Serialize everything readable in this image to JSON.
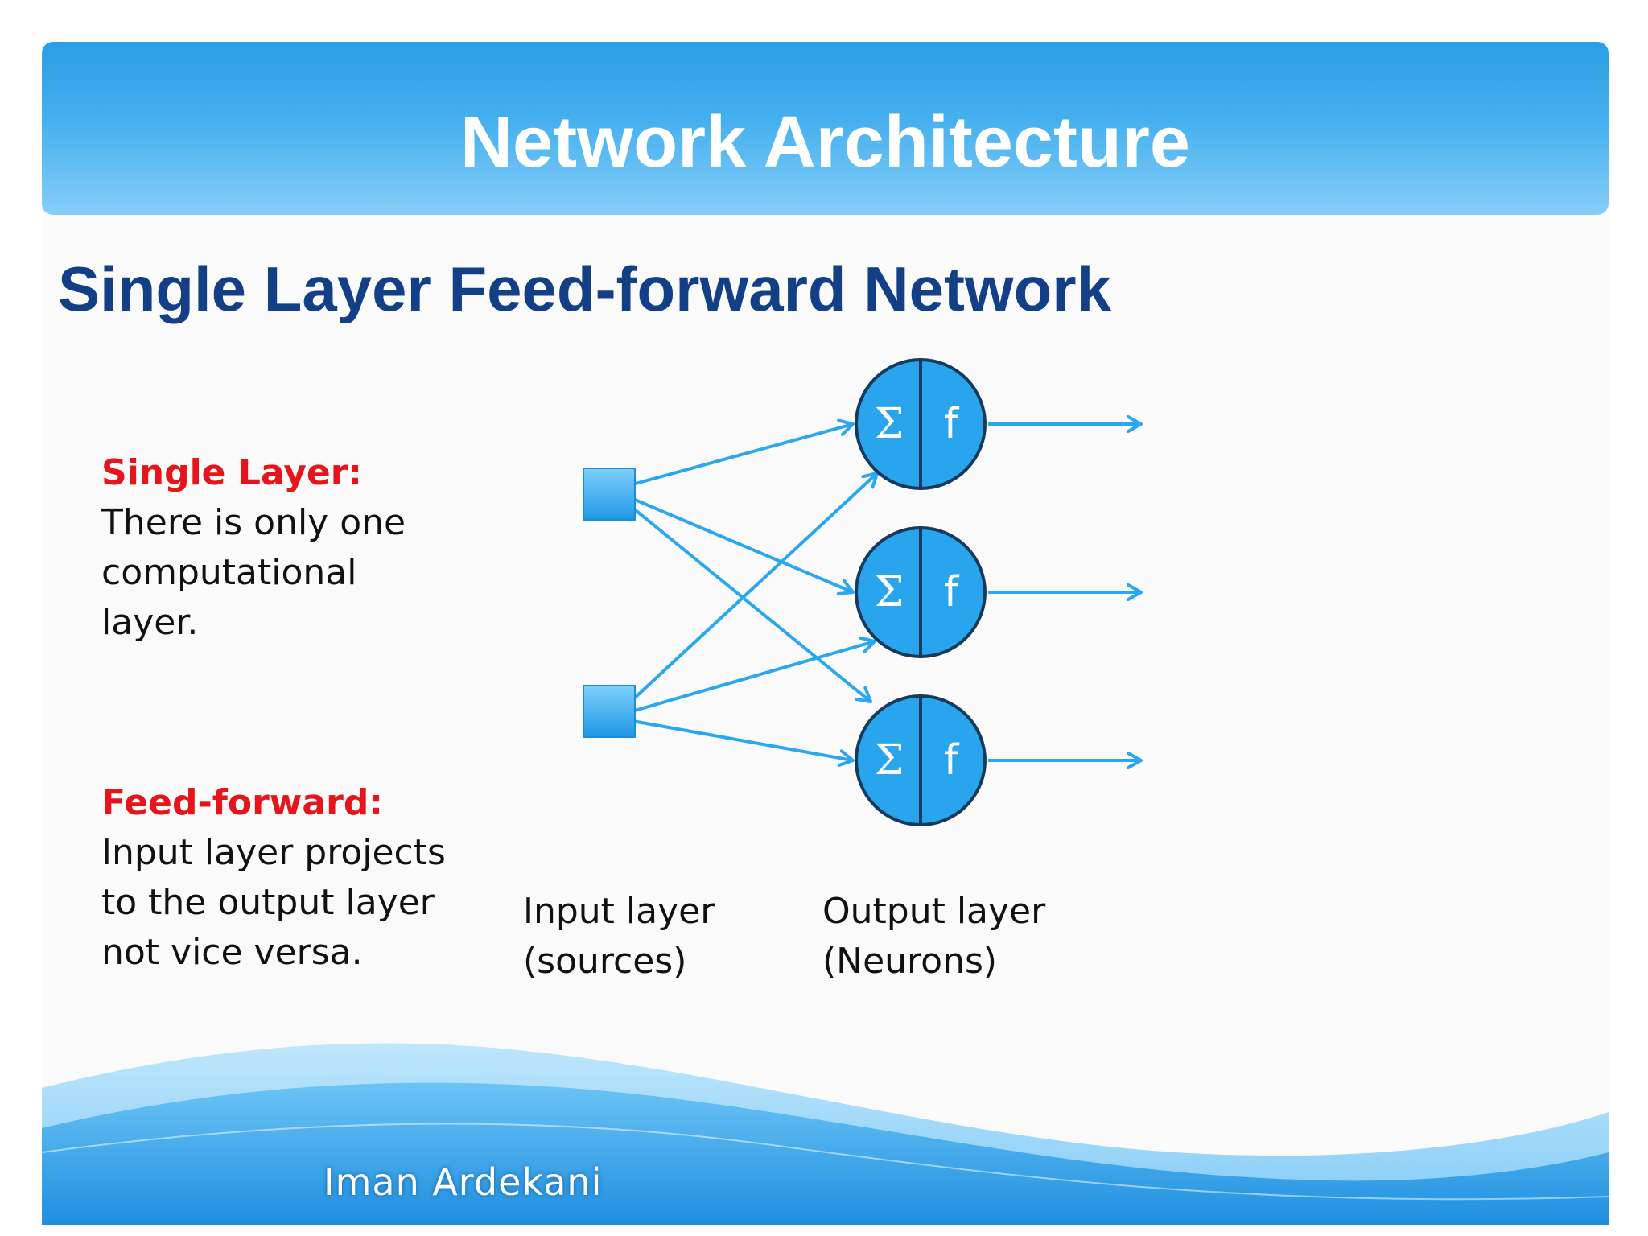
{
  "header": {
    "title": "Network Architecture"
  },
  "subtitle": "Single Layer Feed-forward Network",
  "left_text": {
    "single_layer": {
      "heading": "Single Layer:",
      "lines": [
        "There is only one",
        "computational",
        "layer."
      ]
    },
    "feed_forward": {
      "heading": "Feed-forward:",
      "lines": [
        "Input layer projects",
        "to the output layer",
        "not vice versa."
      ]
    }
  },
  "diagram": {
    "neuron_sum_symbol": "Σ",
    "neuron_activation_symbol": "f",
    "input_label": [
      "Input layer",
      "(sources)"
    ],
    "output_label": [
      "Output layer",
      "(Neurons)"
    ]
  },
  "footer": {
    "author": "Iman Ardekani"
  },
  "colors": {
    "accent_blue": "#2aa7ef",
    "title_navy": "#123f86",
    "heading_red": "#e4161b"
  }
}
